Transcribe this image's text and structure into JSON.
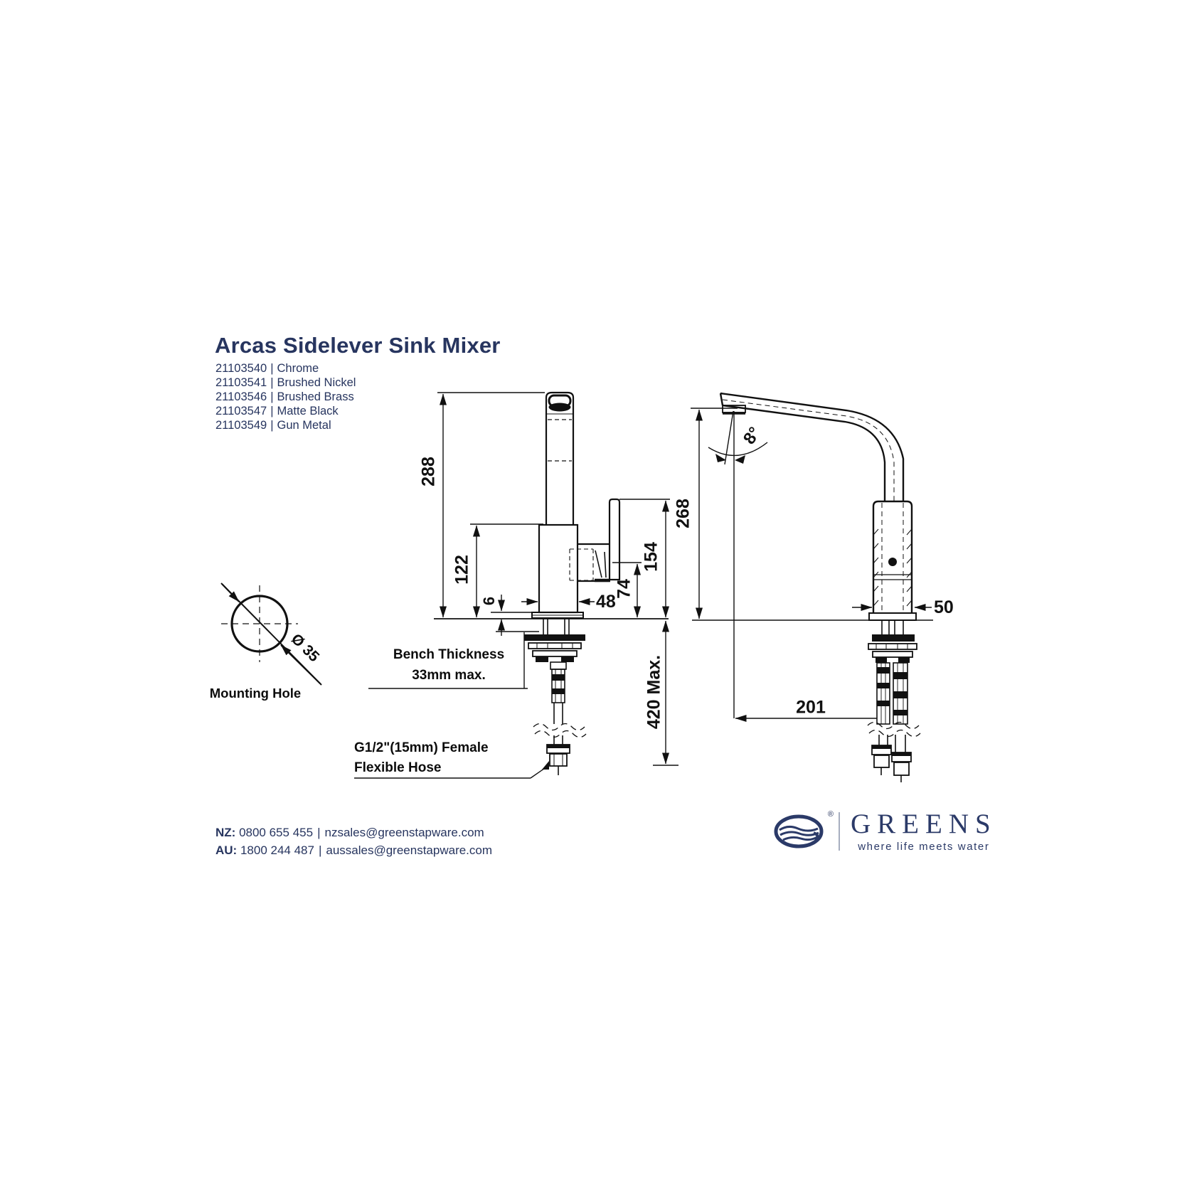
{
  "product": {
    "title": "Arcas Sidelever Sink Mixer",
    "separator": "|",
    "variants": [
      {
        "code": "21103540",
        "finish": "Chrome"
      },
      {
        "code": "21103541",
        "finish": "Brushed Nickel"
      },
      {
        "code": "21103546",
        "finish": "Brushed Brass"
      },
      {
        "code": "21103547",
        "finish": "Matte Black"
      },
      {
        "code": "21103549",
        "finish": "Gun Metal"
      }
    ]
  },
  "mounting": {
    "diameter": "Ø 35",
    "caption": "Mounting Hole"
  },
  "dimensions": {
    "front": {
      "total_height": "288",
      "body_height": "122",
      "base_plate": "6",
      "body_width": "48",
      "lever_bottom": "74",
      "lever_top": "154",
      "under_bench": "420 Max."
    },
    "side": {
      "spout_height": "268",
      "spout_angle": "8°",
      "body_depth": "50",
      "spout_reach": "201"
    }
  },
  "callouts": {
    "bench_line1": "Bench Thickness",
    "bench_line2": "33mm max.",
    "hose_line1": "G1/2\"(15mm) Female",
    "hose_line2": "Flexible Hose"
  },
  "footer": {
    "nz": {
      "label": "NZ:",
      "phone": "0800 655 455",
      "email": "nzsales@greenstapware.com"
    },
    "au": {
      "label": "AU:",
      "phone": "1800 244 487",
      "email": "aussales@greenstapware.com"
    },
    "separator": "|"
  },
  "logo": {
    "registered": "®",
    "name": "GREENS",
    "tagline": "where life meets water"
  },
  "colors": {
    "navy": "#27355f",
    "ink": "#111111"
  }
}
